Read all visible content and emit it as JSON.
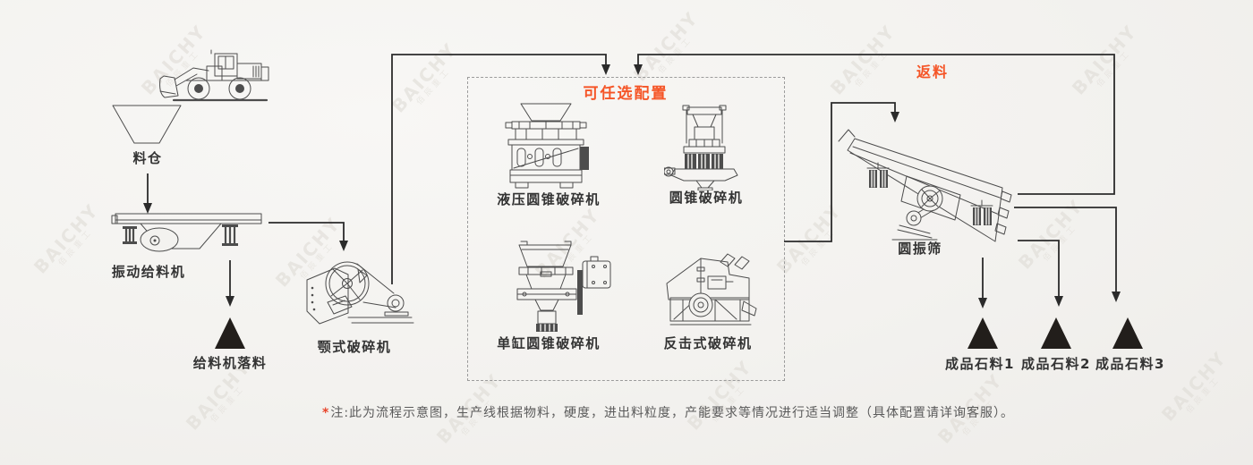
{
  "watermark": {
    "text": "BAICHY",
    "subtext": "佰辰重工"
  },
  "diagram": {
    "optional_box_label": "可任选配置",
    "return_label": "返料",
    "nodes": {
      "hopper": "料仓",
      "feeder": "振动给料机",
      "feeder_drop": "给料机落料",
      "jaw_crusher": "颚式破碎机",
      "hydraulic_cone_crusher": "液压圆锥破碎机",
      "cone_crusher": "圆锥破碎机",
      "single_cylinder_cone_crusher": "单缸圆锥破碎机",
      "impact_crusher": "反击式破碎机",
      "vibrating_screen": "圆振筛",
      "product1": "成品石料1",
      "product2": "成品石料2",
      "product3": "成品石料3"
    },
    "note_marker": "*",
    "note_text": "注:此为流程示意图，生产线根据物料，硬度，进出料粒度，产能要求等情况进行适当调整（具体配置请详询客服）。"
  },
  "colors": {
    "accent": "#f55527",
    "line": "#2b2b2b",
    "label": "#333333",
    "note": "#5a5a5a",
    "triangle": "#221e1b",
    "dashed_border": "#9b9b9b",
    "machine_stroke": "#4d4d4d",
    "background": "#f3f2ef",
    "watermark": "#dfdcd6"
  }
}
